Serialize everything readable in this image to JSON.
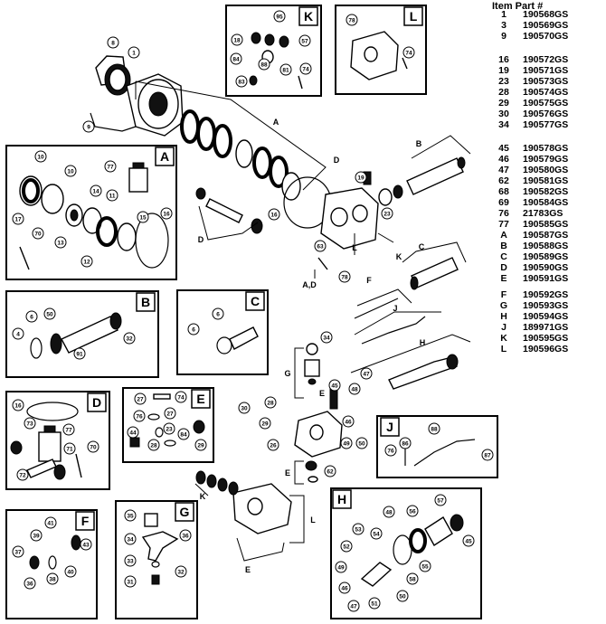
{
  "parts_table": {
    "header": "Item Part #",
    "rows": [
      {
        "item": "1",
        "part": "190568GS"
      },
      {
        "item": "3",
        "part": "190569GS"
      },
      {
        "item": "9",
        "part": "190570GS"
      },
      {
        "item": "16",
        "part": "190572GS"
      },
      {
        "item": "19",
        "part": "190571GS"
      },
      {
        "item": "23",
        "part": "190573GS"
      },
      {
        "item": "28",
        "part": "190574GS"
      },
      {
        "item": "29",
        "part": "190575GS"
      },
      {
        "item": "30",
        "part": "190576GS"
      },
      {
        "item": "34",
        "part": "190577GS"
      },
      {
        "item": "45",
        "part": "190578GS"
      },
      {
        "item": "46",
        "part": "190579GS"
      },
      {
        "item": "47",
        "part": "190580GS"
      },
      {
        "item": "62",
        "part": "190581GS"
      },
      {
        "item": "68",
        "part": "190582GS"
      },
      {
        "item": "69",
        "part": "190584GS"
      },
      {
        "item": "76",
        "part": "21783GS"
      },
      {
        "item": "77",
        "part": "190585GS"
      },
      {
        "item": "A",
        "part": "190587GS"
      },
      {
        "item": "B",
        "part": "190588GS"
      },
      {
        "item": "C",
        "part": "190589GS"
      },
      {
        "item": "D",
        "part": "190590GS"
      },
      {
        "item": "E",
        "part": "190591GS"
      },
      {
        "item": "F",
        "part": "190592GS"
      },
      {
        "item": "G",
        "part": "190593GS"
      },
      {
        "item": "H",
        "part": "190594GS"
      },
      {
        "item": "J",
        "part": "189971GS"
      },
      {
        "item": "K",
        "part": "190595GS"
      },
      {
        "item": "L",
        "part": "190596GS"
      }
    ]
  },
  "kits": {
    "A": "A",
    "B": "B",
    "C": "C",
    "D": "D",
    "E": "E",
    "F": "F",
    "G": "G",
    "H": "H",
    "J": "J",
    "K": "K",
    "L": "L"
  },
  "main_labels": {
    "a": "A",
    "b": "B",
    "c": "C",
    "d1": "D",
    "d2": "D",
    "e1": "E",
    "e2": "E",
    "f": "F",
    "g": "G",
    "h": "H",
    "j": "J",
    "k1": "K",
    "k2": "K",
    "l1": "L",
    "l2": "L",
    "ad": "A,D"
  },
  "callouts": {
    "k_box": [
      "18",
      "95",
      "57",
      "84",
      "88",
      "81",
      "74",
      "83"
    ],
    "l_box": [
      "78",
      "74"
    ],
    "a_box": [
      "10",
      "10",
      "77",
      "14",
      "11",
      "17",
      "13",
      "15",
      "16",
      "70",
      "12"
    ],
    "b_box": [
      "6",
      "50",
      "4",
      "91",
      "32"
    ],
    "c_box": [
      "6",
      "6"
    ],
    "d_box": [
      "16",
      "73",
      "77",
      "71",
      "72",
      "70"
    ],
    "e_box": [
      "27",
      "74",
      "76",
      "27",
      "44",
      "23",
      "84",
      "28",
      "29"
    ],
    "f_box": [
      "41",
      "39",
      "37",
      "43",
      "40",
      "38",
      "36"
    ],
    "g_box": [
      "35",
      "34",
      "36",
      "33",
      "32",
      "31"
    ],
    "h_box": [
      "57",
      "56",
      "53",
      "54",
      "48",
      "55",
      "50",
      "52",
      "49",
      "51",
      "58",
      "47",
      "46",
      "45"
    ],
    "j_box": [
      "76",
      "86",
      "87",
      "88"
    ],
    "main": [
      "8",
      "1",
      "9",
      "16",
      "19",
      "23",
      "63",
      "78",
      "34",
      "30",
      "29",
      "28",
      "26",
      "62",
      "46",
      "45",
      "47",
      "48",
      "49",
      "50"
    ]
  }
}
